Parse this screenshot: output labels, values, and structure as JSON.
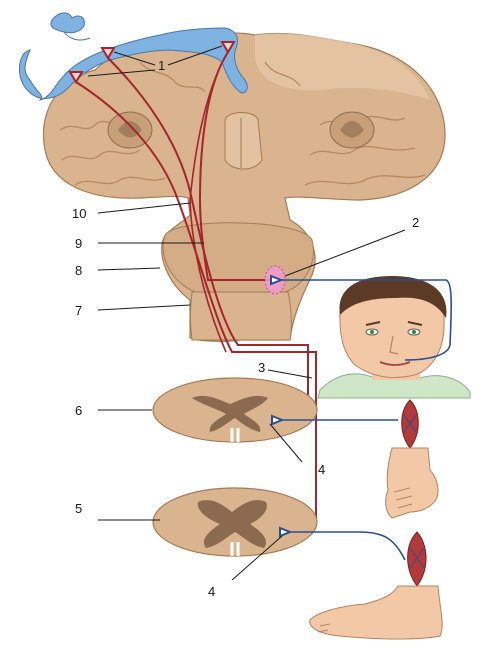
{
  "labels": {
    "l1": "1",
    "l2": "2",
    "l3": "3",
    "l4a": "4",
    "l4b": "4",
    "l5": "5",
    "l6": "6",
    "l7": "7",
    "l8": "8",
    "l9": "9",
    "l10": "10"
  },
  "colors": {
    "tissue": "#d9b48f",
    "tissue_dark": "#c89f78",
    "tissue_outline": "#a57b55",
    "gray_matter": "#8b6a4f",
    "motor_cortex_map": "#7fb2e0",
    "motor_tract": "#a3262c",
    "lower_neuron": "#2a4f8f",
    "nucleus_highlight": "#f29ad0",
    "skin": "#f2c8a6",
    "muscle": "#b23a3a"
  },
  "icons": {
    "homunculus": "homunculus-figure",
    "face": "face-figure",
    "hand": "hand-figure",
    "foot": "foot-figure",
    "muscle": "muscle-spindle-figure"
  }
}
